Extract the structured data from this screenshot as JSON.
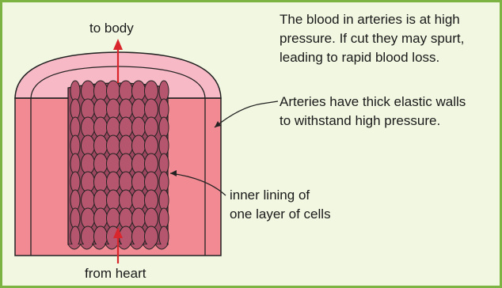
{
  "diagram": {
    "labels": {
      "top_arrow": "to body",
      "bottom_arrow": "from heart",
      "pressure_note": [
        "The blood in arteries is at high",
        "pressure. If cut they may spurt,",
        "leading to rapid blood loss."
      ],
      "wall_note": [
        "Arteries have thick elastic walls",
        "to withstand high pressure."
      ],
      "lining_note": [
        "inner lining of",
        "one layer of cells"
      ]
    },
    "colors": {
      "background": "#f1f7e1",
      "frame_border": "#7cb342",
      "outer_wall": "#f28a93",
      "wall_top": "#f8b9c6",
      "cell_lining": "#b5566e",
      "blood_flow_arrow": "#d9262c"
    }
  }
}
